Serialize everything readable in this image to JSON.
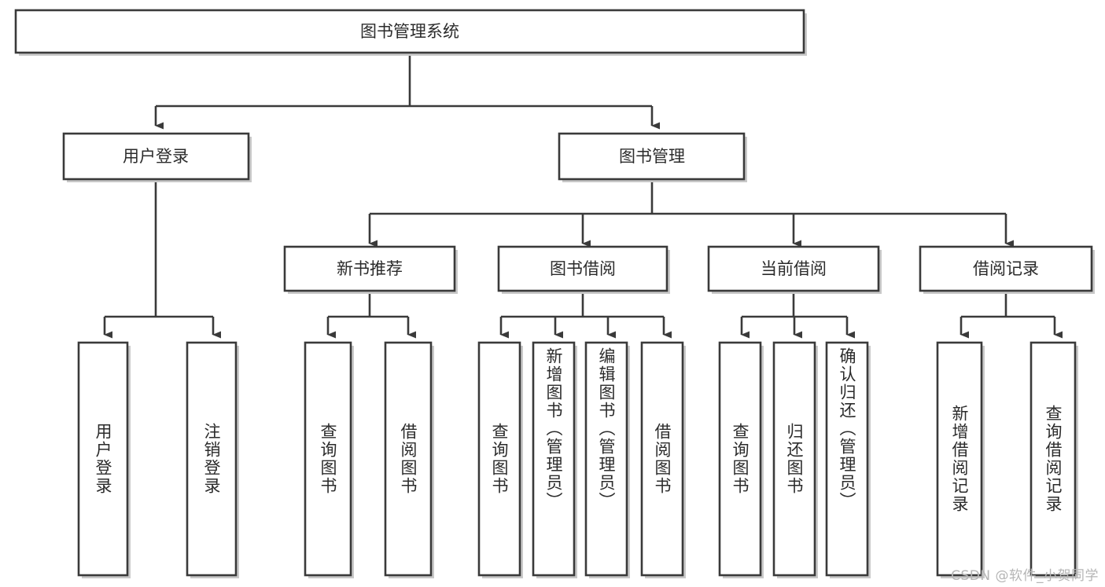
{
  "diagram": {
    "type": "tree",
    "orientation": "top-down",
    "title_node": "图书管理系统",
    "watermark": "CSDN @软件_小贺同学",
    "colors": {
      "stroke": "#3a3a3a",
      "fill": "#ffffff",
      "text": "#2b2b2b",
      "shadow": "#c9c9c9",
      "watermark": "#b5b5b5",
      "background": "#ffffff"
    },
    "nodes": {
      "root": {
        "label": "图书管理系统",
        "level": 1
      },
      "level2": [
        {
          "id": "user-login",
          "label": "用户登录"
        },
        {
          "id": "book-manage",
          "label": "图书管理"
        }
      ],
      "level3": [
        {
          "id": "new-book-rec",
          "label": "新书推荐",
          "parent": "book-manage"
        },
        {
          "id": "book-borrow",
          "label": "图书借阅",
          "parent": "book-manage"
        },
        {
          "id": "current-borrow",
          "label": "当前借阅",
          "parent": "book-manage"
        },
        {
          "id": "borrow-record",
          "label": "借阅记录",
          "parent": "book-manage"
        }
      ],
      "leaves": [
        {
          "id": "leaf-user-login",
          "label": "用户登录",
          "parent": "user-login"
        },
        {
          "id": "leaf-user-logout",
          "label": "注销登录",
          "parent": "user-login"
        },
        {
          "id": "leaf-query-book-rec",
          "label": "查询图书",
          "parent": "new-book-rec"
        },
        {
          "id": "leaf-borrow-book-rec",
          "label": "借阅图书",
          "parent": "new-book-rec"
        },
        {
          "id": "leaf-query-book-borrow",
          "label": "查询图书",
          "parent": "book-borrow"
        },
        {
          "id": "leaf-add-book",
          "label": "新增图书（管理员）",
          "parent": "book-borrow"
        },
        {
          "id": "leaf-edit-book",
          "label": "编辑图书（管理员）",
          "parent": "book-borrow"
        },
        {
          "id": "leaf-borrow-book",
          "label": "借阅图书",
          "parent": "book-borrow"
        },
        {
          "id": "leaf-query-book-current",
          "label": "查询图书",
          "parent": "current-borrow"
        },
        {
          "id": "leaf-return-book",
          "label": "归还图书",
          "parent": "current-borrow"
        },
        {
          "id": "leaf-confirm-return",
          "label": "确认归还（管理员）",
          "parent": "current-borrow"
        },
        {
          "id": "leaf-add-record",
          "label": "新增借阅记录",
          "parent": "borrow-record"
        },
        {
          "id": "leaf-query-record",
          "label": "查询借阅记录",
          "parent": "borrow-record"
        }
      ]
    }
  }
}
